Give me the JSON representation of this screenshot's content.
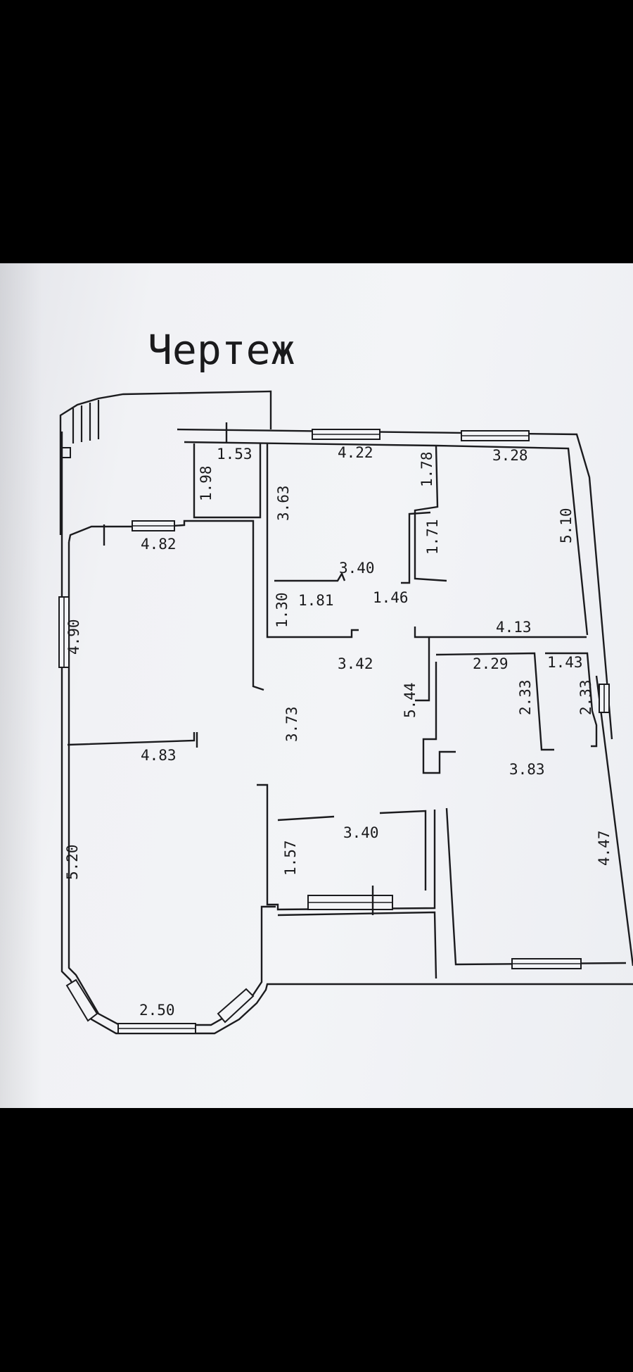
{
  "drawing": {
    "title": "Чертеж",
    "dimensions": {
      "d_1_53": "1.53",
      "d_1_98": "1.98",
      "d_3_63": "3.63",
      "d_4_22": "4.22",
      "d_1_78": "1.78",
      "d_3_28": "3.28",
      "d_5_10": "5.10",
      "d_1_71": "1.71",
      "d_4_82": "4.82",
      "d_3_40_top": "3.40",
      "d_1_30": "1.30",
      "d_1_81": "1.81",
      "d_1_46": "1.46",
      "d_4_13": "4.13",
      "d_4_90": "4.90",
      "d_3_42": "3.42",
      "d_5_44": "5.44",
      "d_2_29": "2.29",
      "d_2_33_a": "2.33",
      "d_1_43": "1.43",
      "d_2_33_b": "2.33",
      "d_3_73": "3.73",
      "d_4_83": "4.83",
      "d_3_83": "3.83",
      "d_1_57": "1.57",
      "d_3_40_bottom": "3.40",
      "d_4_47": "4.47",
      "d_5_20": "5.20",
      "d_2_50": "2.50"
    }
  }
}
